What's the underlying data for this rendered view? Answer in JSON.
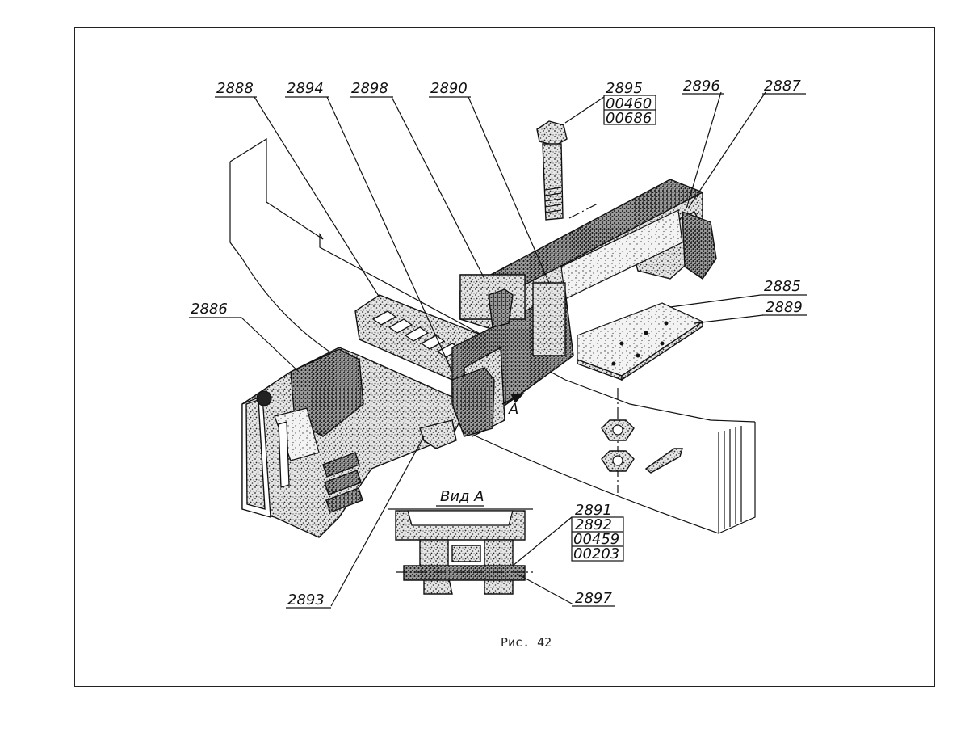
{
  "callouts": {
    "c2888": "2888",
    "c2894": "2894",
    "c2898": "2898",
    "c2890": "2890",
    "c2895": "2895",
    "c00460": "00460",
    "c00686": "00686",
    "c2896": "2896",
    "c2887": "2887",
    "c2885": "2885",
    "c2889": "2889",
    "c2886": "2886",
    "c2893": "2893",
    "c2891": "2891",
    "c2892": "2892",
    "c00459": "00459",
    "c00203": "00203",
    "c2897": "2897"
  },
  "view_label": "Вид А",
  "arrow_label": "А",
  "caption": "Рис. 42"
}
